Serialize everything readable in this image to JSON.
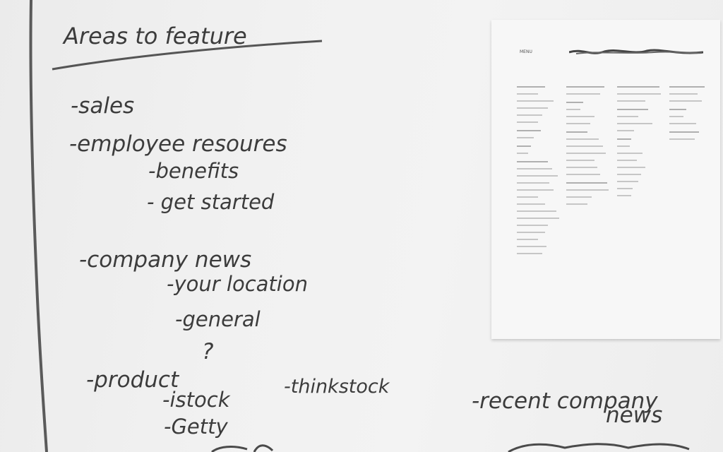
{
  "whiteboard": {
    "title": "Areas to feature",
    "items": [
      {
        "label": "-sales"
      },
      {
        "label": "-employee resoures"
      },
      {
        "label": "-benefits"
      },
      {
        "label": "- get started"
      },
      {
        "label": "-company news"
      },
      {
        "label": "-your location"
      },
      {
        "label": "-general"
      },
      {
        "label": "?"
      },
      {
        "label": "-product"
      },
      {
        "label": "-istock"
      },
      {
        "label": "-thinkstock"
      },
      {
        "label": "-Getty"
      },
      {
        "label": "-recent company"
      },
      {
        "label": "news"
      }
    ]
  },
  "sheet": {
    "header_label": "MENU"
  },
  "colors": {
    "marker": "#3c3c3c",
    "board": "#f0f0f0",
    "paper": "#f7f7f7"
  }
}
